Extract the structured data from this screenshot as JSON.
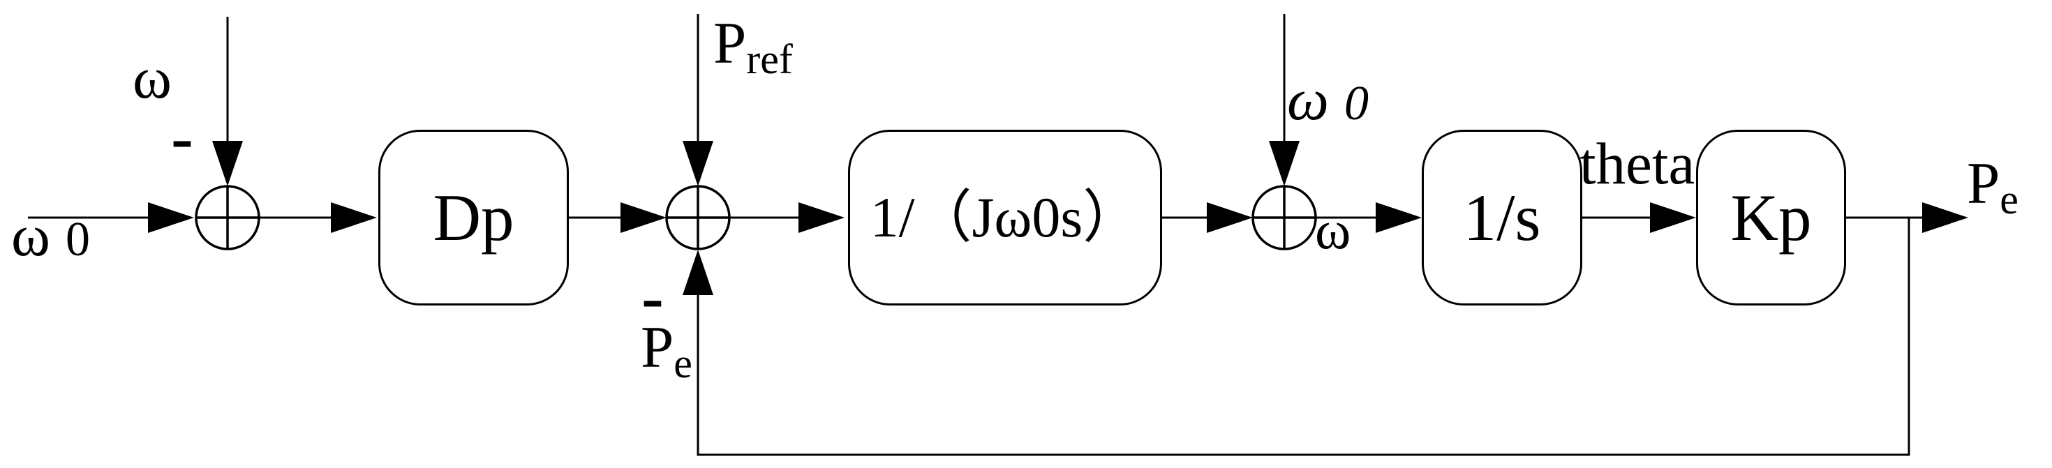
{
  "colors": {
    "ink": "#000000",
    "background": "#ffffff"
  },
  "blocks": [
    {
      "id": "dp",
      "label": "Dp"
    },
    {
      "id": "inertia",
      "label": "1/（Jω0s）"
    },
    {
      "id": "integrator",
      "label": "1/s"
    },
    {
      "id": "gain",
      "label": "Kp"
    }
  ],
  "signals": {
    "omega0_in": {
      "main": "ω",
      "zero": "0"
    },
    "omega_j1": {
      "main": "ω"
    },
    "minus_j1": "-",
    "p_ref": {
      "main": "P",
      "sub": "ref"
    },
    "minus_j2": "-",
    "p_e_feedback": {
      "main": "P",
      "sub": "e"
    },
    "omega0_j3": {
      "main": "ω",
      "zero": "0"
    },
    "omega_out": {
      "main": "ω"
    },
    "theta": "theta",
    "p_e_out": {
      "main": "P",
      "sub": "e"
    }
  }
}
